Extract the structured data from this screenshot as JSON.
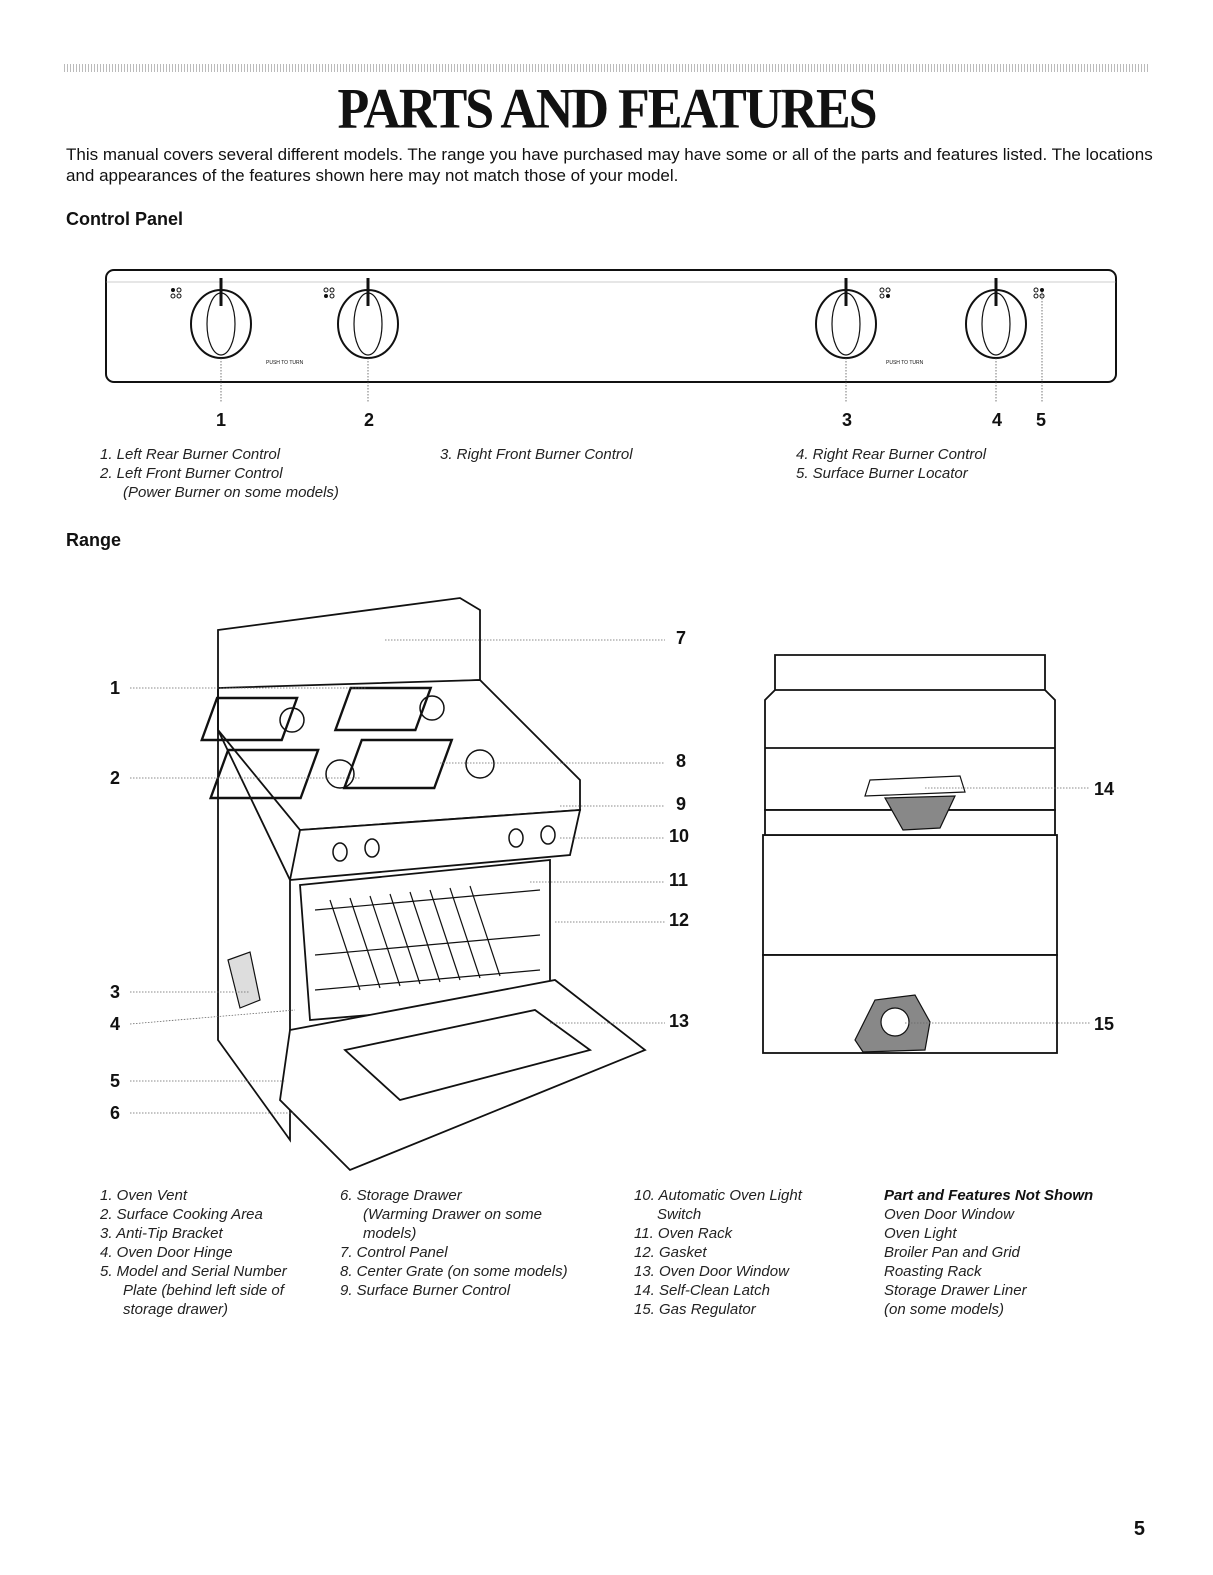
{
  "page": {
    "title": "PARTS AND FEATURES",
    "intro": "This manual covers several different models. The range you have purchased may have some or all of the parts and features listed. The locations and appearances of the features shown here may not match those of your model.",
    "page_number": "5"
  },
  "control_panel": {
    "heading": "Control Panel",
    "knob_label": "PUSH TO TURN",
    "numbers": [
      "1",
      "2",
      "3",
      "4",
      "5"
    ],
    "captions": {
      "c1": "1. Left Rear Burner Control",
      "c2a": "2. Left Front Burner Control",
      "c2b": "(Power Burner on some models)",
      "c3": "3. Right Front Burner Control",
      "c4": "4. Right Rear Burner Control",
      "c5": "5. Surface Burner Locator"
    }
  },
  "range": {
    "heading": "Range",
    "callouts": [
      "1",
      "2",
      "3",
      "4",
      "5",
      "6",
      "7",
      "8",
      "9",
      "10",
      "11",
      "12",
      "13",
      "14",
      "15"
    ],
    "captions": {
      "col1": [
        "1. Oven Vent",
        "2. Surface Cooking Area",
        "3. Anti-Tip Bracket",
        "4. Oven Door Hinge",
        "5. Model and Serial Number",
        "Plate (behind left side of",
        "storage drawer)"
      ],
      "col2": [
        "6. Storage Drawer",
        "(Warming Drawer on some",
        "models)",
        "7. Control Panel",
        "8. Center Grate (on some models)",
        "9. Surface Burner Control"
      ],
      "col3": [
        "10. Automatic Oven Light",
        "Switch",
        "11. Oven Rack",
        "12. Gasket",
        "13. Oven Door Window",
        "14. Self-Clean Latch",
        "15. Gas Regulator"
      ],
      "col4_heading": "Part and Features Not Shown",
      "col4": [
        "Oven Door Window",
        "Oven Light",
        "Broiler Pan and Grid",
        "Roasting Rack",
        "Storage Drawer Liner",
        "(on some models)"
      ]
    }
  }
}
